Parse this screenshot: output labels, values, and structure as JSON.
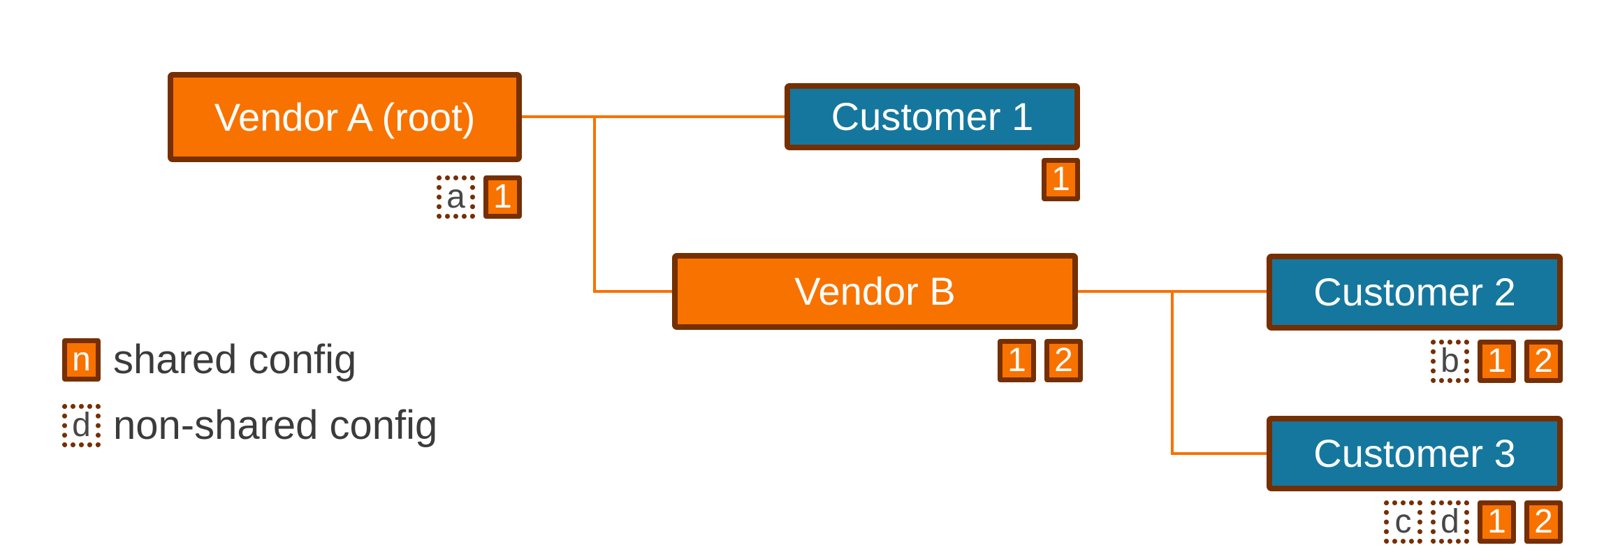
{
  "colors": {
    "orange": "#f87200",
    "brown": "#752f00",
    "blue": "#15779e",
    "edge_line": "#f87200",
    "node_text": "#ffffff",
    "badge_letter": "#474747",
    "legend_text": "#3b3b3b"
  },
  "diagram": {
    "nodes": [
      {
        "id": "vendor-a",
        "label": "Vendor A (root)",
        "type": "vendor",
        "badges": [
          {
            "text": "a",
            "type": "non-shared"
          },
          {
            "text": "1",
            "type": "shared"
          }
        ]
      },
      {
        "id": "customer-1",
        "label": "Customer 1",
        "type": "customer",
        "badges": [
          {
            "text": "1",
            "type": "shared"
          }
        ]
      },
      {
        "id": "vendor-b",
        "label": "Vendor B",
        "type": "vendor",
        "badges": [
          {
            "text": "1",
            "type": "shared"
          },
          {
            "text": "2",
            "type": "shared"
          }
        ]
      },
      {
        "id": "customer-2",
        "label": "Customer 2",
        "type": "customer",
        "badges": [
          {
            "text": "b",
            "type": "non-shared"
          },
          {
            "text": "1",
            "type": "shared"
          },
          {
            "text": "2",
            "type": "shared"
          }
        ]
      },
      {
        "id": "customer-3",
        "label": "Customer 3",
        "type": "customer",
        "badges": [
          {
            "text": "c",
            "type": "non-shared"
          },
          {
            "text": "d",
            "type": "non-shared"
          },
          {
            "text": "1",
            "type": "shared"
          },
          {
            "text": "2",
            "type": "shared"
          }
        ]
      }
    ],
    "edges": [
      {
        "from": "vendor-a",
        "to": "customer-1"
      },
      {
        "from": "vendor-a",
        "to": "vendor-b"
      },
      {
        "from": "vendor-b",
        "to": "customer-2"
      },
      {
        "from": "vendor-b",
        "to": "customer-3"
      }
    ]
  },
  "legend": {
    "items": [
      {
        "badge": "n",
        "badge_type": "shared",
        "label": "shared config"
      },
      {
        "badge": "d",
        "badge_type": "non-shared",
        "label": "non-shared config"
      }
    ]
  }
}
